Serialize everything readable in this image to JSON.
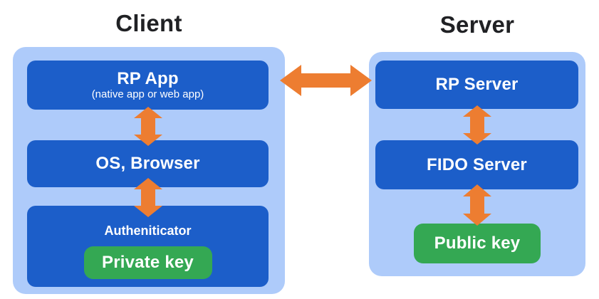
{
  "client": {
    "title": "Client",
    "boxes": {
      "rp_app": {
        "label": "RP App",
        "subtitle": "(native app or web app)"
      },
      "os_browser": {
        "label": "OS, Browser"
      },
      "authenticator": {
        "label": "Autheniticator",
        "key_label": "Private key"
      }
    }
  },
  "server": {
    "title": "Server",
    "boxes": {
      "rp_server": {
        "label": "RP Server"
      },
      "fido_server": {
        "label": "FIDO Server"
      },
      "public_key": {
        "label": "Public key"
      }
    }
  },
  "colors": {
    "container_blue": "#aecbfa",
    "box_blue": "#1c5ec9",
    "key_green": "#34a853",
    "arrow_orange": "#ed7d31",
    "title_text": "#202124",
    "box_text": "#ffffff"
  }
}
